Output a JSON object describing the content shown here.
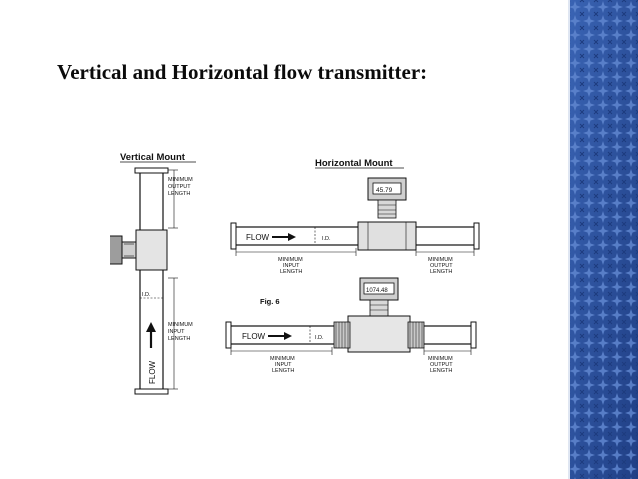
{
  "slide": {
    "title": "Vertical and Horizontal flow transmitter:"
  },
  "figure": {
    "vertical": {
      "heading": "Vertical Mount",
      "output_label": [
        "MINIMUM",
        "OUTPUT",
        "LENGTH"
      ],
      "id_label": "I.D.",
      "input_label": [
        "MINIMUM",
        "INPUT",
        "LENGTH"
      ],
      "flow_label": "FLOW"
    },
    "horizontal": {
      "heading": "Horizontal Mount",
      "fig_label": "Fig. 6",
      "flow_label": "FLOW",
      "id_label": "I.D.",
      "input_label": [
        "MINIMUM",
        "INPUT",
        "LENGTH"
      ],
      "output_label": [
        "MINIMUM",
        "OUTPUT",
        "LENGTH"
      ],
      "display_top": "45.79",
      "display_bottom": "1074.48"
    }
  },
  "colors": {
    "panel_blue": "#2b4f9a",
    "panel_light": "#4a74c0",
    "panel_star": "#6f95d8",
    "line": "#111111",
    "pipe_fill": "#ffffff",
    "fitting_fill": "#cfcfcf"
  }
}
